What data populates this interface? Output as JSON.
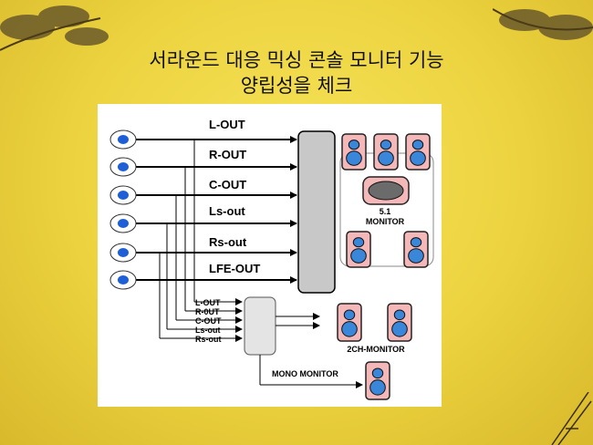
{
  "slide": {
    "title_line1": "서라운드 대응 믹싱 콘솔 모니터 기능",
    "title_line2": "양립성을 체크"
  },
  "diagram": {
    "main_outputs": [
      "L-OUT",
      "R-OUT",
      "C-OUT",
      "Ls-out",
      "Rs-out",
      "LFE-OUT"
    ],
    "downmix_inputs": [
      "L-OUT",
      "R-0UT",
      "C-OUT",
      "Ls-out",
      "Rs-out"
    ],
    "monitor_51_label_line1": "5.1",
    "monitor_51_label_line2": "MONITOR",
    "monitor_2ch_label": "2CH-MONITOR",
    "mono_monitor_label": "MONO MONITOR",
    "colors": {
      "speaker_fill": "#f4b8b8",
      "driver_fill": "#3a86d9",
      "mixer_fill": "#c8c8c8",
      "jack_fill": "#1e5fd8"
    }
  }
}
